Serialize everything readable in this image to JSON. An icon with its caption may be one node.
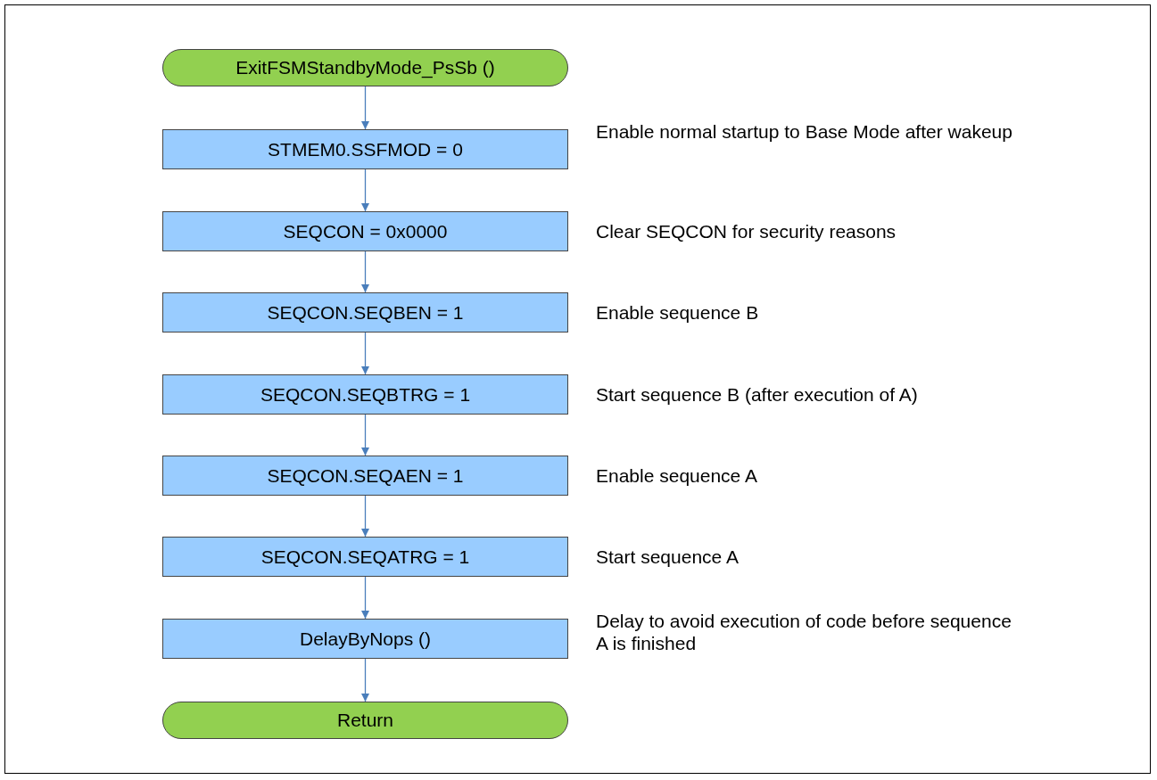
{
  "diagram": {
    "nodes": [
      {
        "text": [
          "ExitFSMStandbyMode_PsSb ()"
        ]
      },
      {
        "text": [
          "STMEM0.SSFMOD = 0"
        ],
        "beside": [
          "Enable normal startup to Base Mode after wakeup"
        ]
      },
      {
        "text": [
          "SEQCON = 0x0000"
        ],
        "beside": [
          "Clear SEQCON for security reasons"
        ]
      },
      {
        "text": [
          "SEQCON.SEQBEN = 1"
        ],
        "beside": [
          "Enable sequence B"
        ]
      },
      {
        "text": [
          "SEQCON.SEQBTRG = 1"
        ],
        "beside": [
          "Start sequence B (after execution of A)"
        ]
      },
      {
        "text": [
          "SEQCON.SEQAEN = 1"
        ],
        "beside": [
          "Enable sequence A"
        ]
      },
      {
        "text": [
          "SEQCON.SEQATRG = 1"
        ],
        "beside": [
          "Start sequence A"
        ]
      },
      {
        "text": [
          "DelayByNops ()"
        ],
        "beside": [
          "Delay to avoid execution of code before sequence A is finished"
        ]
      },
      {
        "text": [
          "Return"
        ]
      }
    ],
    "edges": [
      {
        "from": 0,
        "to": 1,
        "arrow": "to"
      },
      {
        "from": 1,
        "to": 2,
        "arrow": "to"
      },
      {
        "from": 2,
        "to": 3,
        "arrow": "to"
      },
      {
        "from": 3,
        "to": 4,
        "arrow": "to"
      },
      {
        "from": 4,
        "to": 5,
        "arrow": "to"
      },
      {
        "from": 5,
        "to": 6,
        "arrow": "to"
      },
      {
        "from": 6,
        "to": 7,
        "arrow": "to"
      },
      {
        "from": 7,
        "to": 8,
        "arrow": "to"
      }
    ]
  }
}
